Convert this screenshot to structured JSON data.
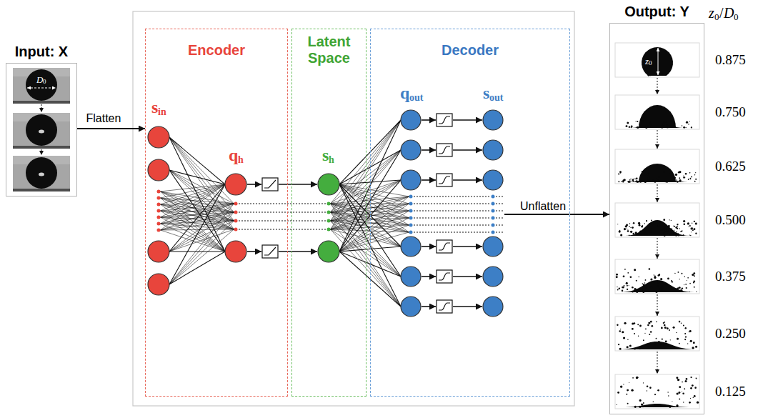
{
  "diagram": {
    "nodes": [
      {
        "text": [
          "Input: X"
        ]
      },
      {
        "text": [
          "Encoder"
        ]
      },
      {
        "text": [
          "Latent Space"
        ]
      },
      {
        "text": [
          "Decoder"
        ]
      },
      {
        "text": [
          "Output: Y"
        ]
      }
    ],
    "edges": [
      {
        "from": 0,
        "to": 1,
        "arrow": "to",
        "label": "Flatten"
      },
      {
        "from": 3,
        "to": 4,
        "arrow": "to",
        "label": "Unflatten"
      }
    ],
    "labels": [
      "s",
      "in",
      "q",
      "h",
      "s",
      "h",
      "q",
      "out",
      "s",
      "out",
      "z",
      "0",
      "/",
      "D",
      "0",
      "0.875",
      "0.750",
      "0.625",
      "0.500",
      "0.375",
      "0.250",
      "0.125",
      "D",
      "0",
      "z",
      "0"
    ]
  }
}
